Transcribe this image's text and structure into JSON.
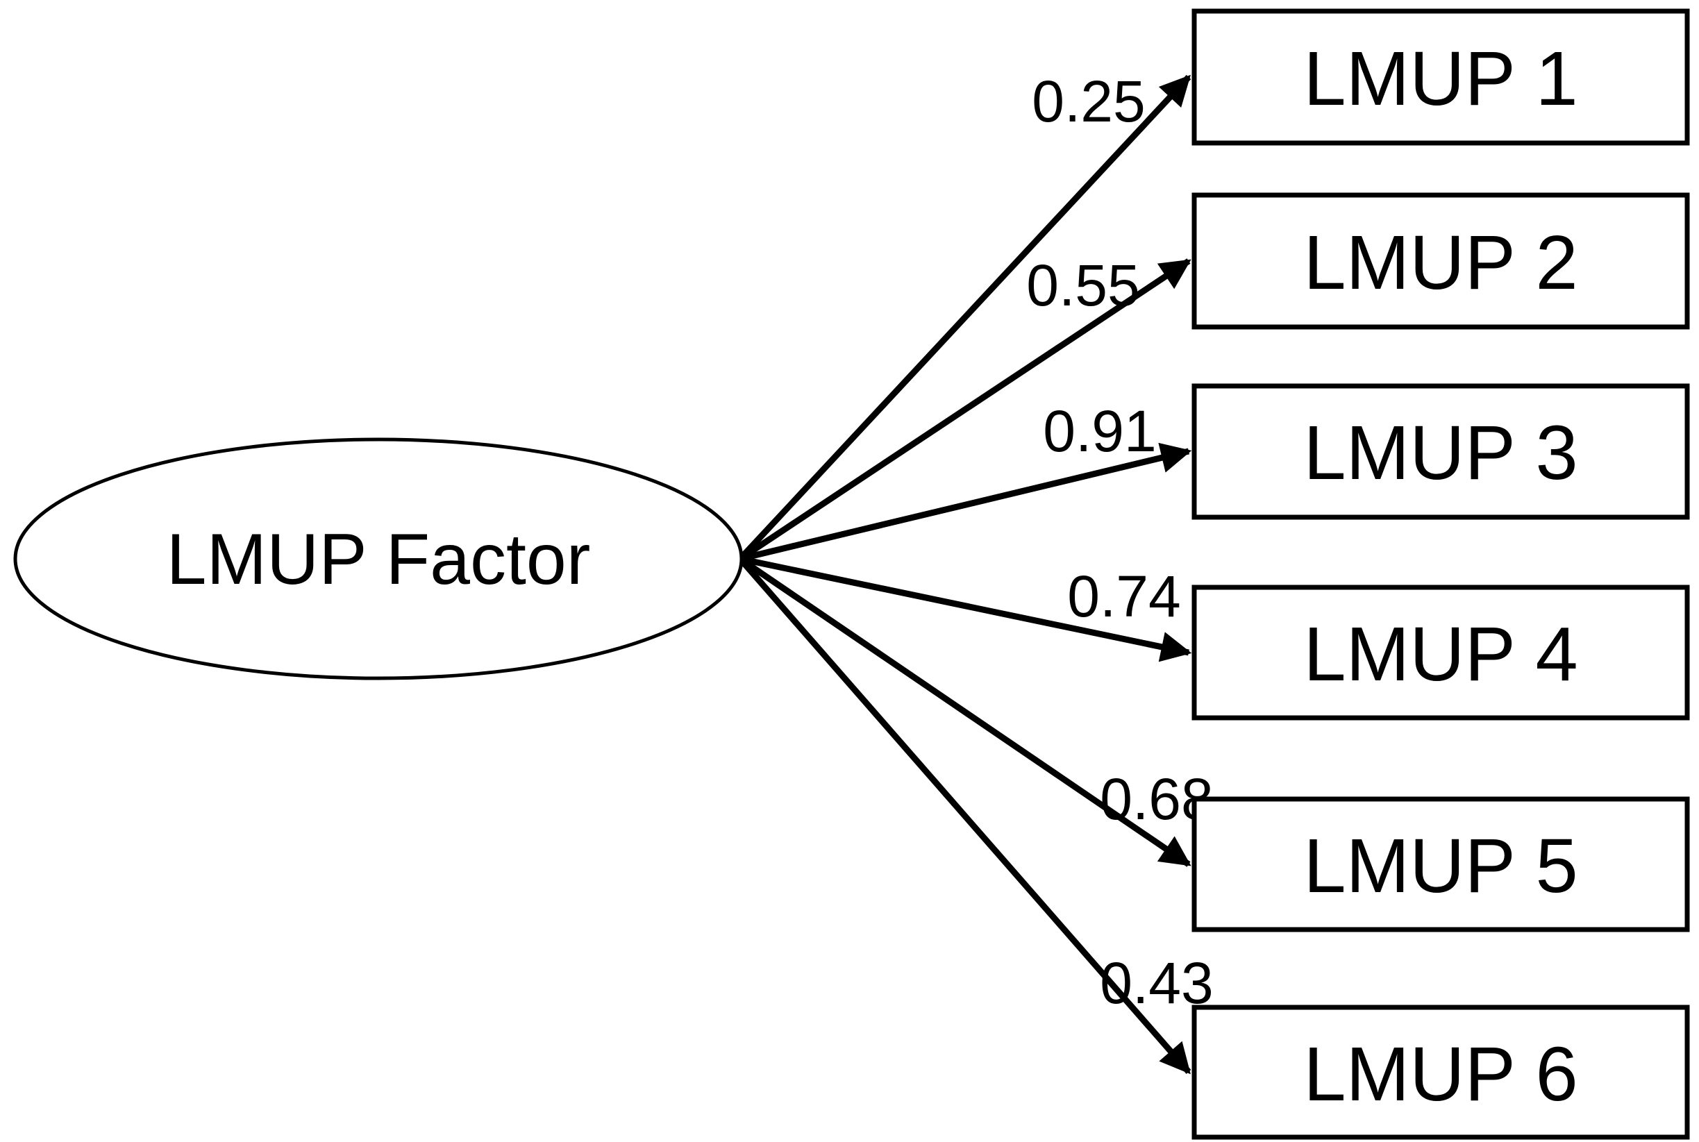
{
  "diagram": {
    "factor": {
      "label": "LMUP Factor"
    },
    "indicators": [
      {
        "label": "LMUP 1",
        "loading": "0.25"
      },
      {
        "label": "LMUP 2",
        "loading": "0.55"
      },
      {
        "label": "LMUP 3",
        "loading": "0.91"
      },
      {
        "label": "LMUP 4",
        "loading": "0.74"
      },
      {
        "label": "LMUP 5",
        "loading": "0.68"
      },
      {
        "label": "LMUP 6",
        "loading": "0.43"
      }
    ],
    "colors": {
      "stroke": "#000000",
      "background": "#ffffff",
      "text": "#000000"
    }
  }
}
